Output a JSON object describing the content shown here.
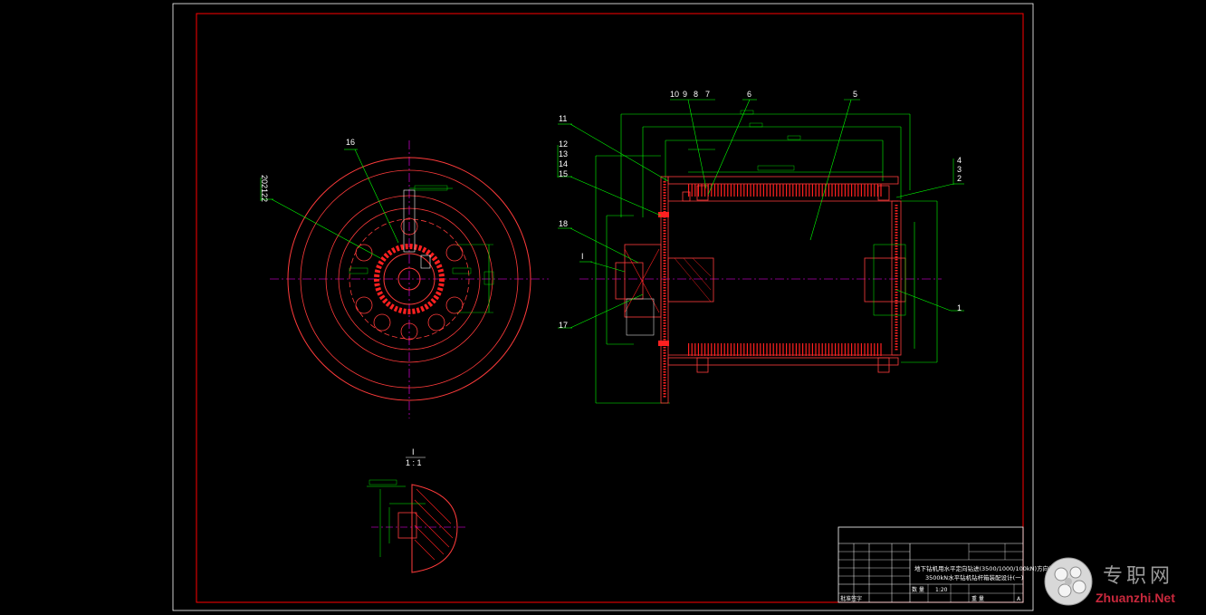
{
  "drawing": {
    "part_labels": {
      "p1": "1",
      "p2": "2",
      "p3": "3",
      "p4": "4",
      "p5": "5",
      "p6": "6",
      "p7": "7",
      "p8": "8",
      "p9": "9",
      "p10": "10",
      "p11": "11",
      "p12": "12",
      "p13": "13",
      "p14": "14",
      "p15": "15",
      "p16": "16",
      "p17": "17",
      "p18": "18",
      "p20": "20",
      "p21": "21",
      "p22": "22"
    },
    "detail": {
      "id": "I",
      "scale": "1 : 1",
      "marker": "I"
    }
  },
  "title_block": {
    "line1": "地下钻机用水平定向钻进(3500/1000/100kN)方向钻机",
    "line2": "3500kN水平钻机钻杆箱装配设计(一)",
    "scale": "1:20",
    "sheet": "A",
    "num_label": "数 量",
    "weight_label": "重 量",
    "approve_label": "批准签字"
  },
  "watermark": {
    "cn": "专职网",
    "en": "Zhuanzhi.Net"
  },
  "colors": {
    "frame": "#ff0000",
    "geometry": "#ff3b3b",
    "dim": "#00ff00",
    "center": "#ff00ff",
    "text": "#ffffff",
    "hatch": "#ff2020"
  }
}
